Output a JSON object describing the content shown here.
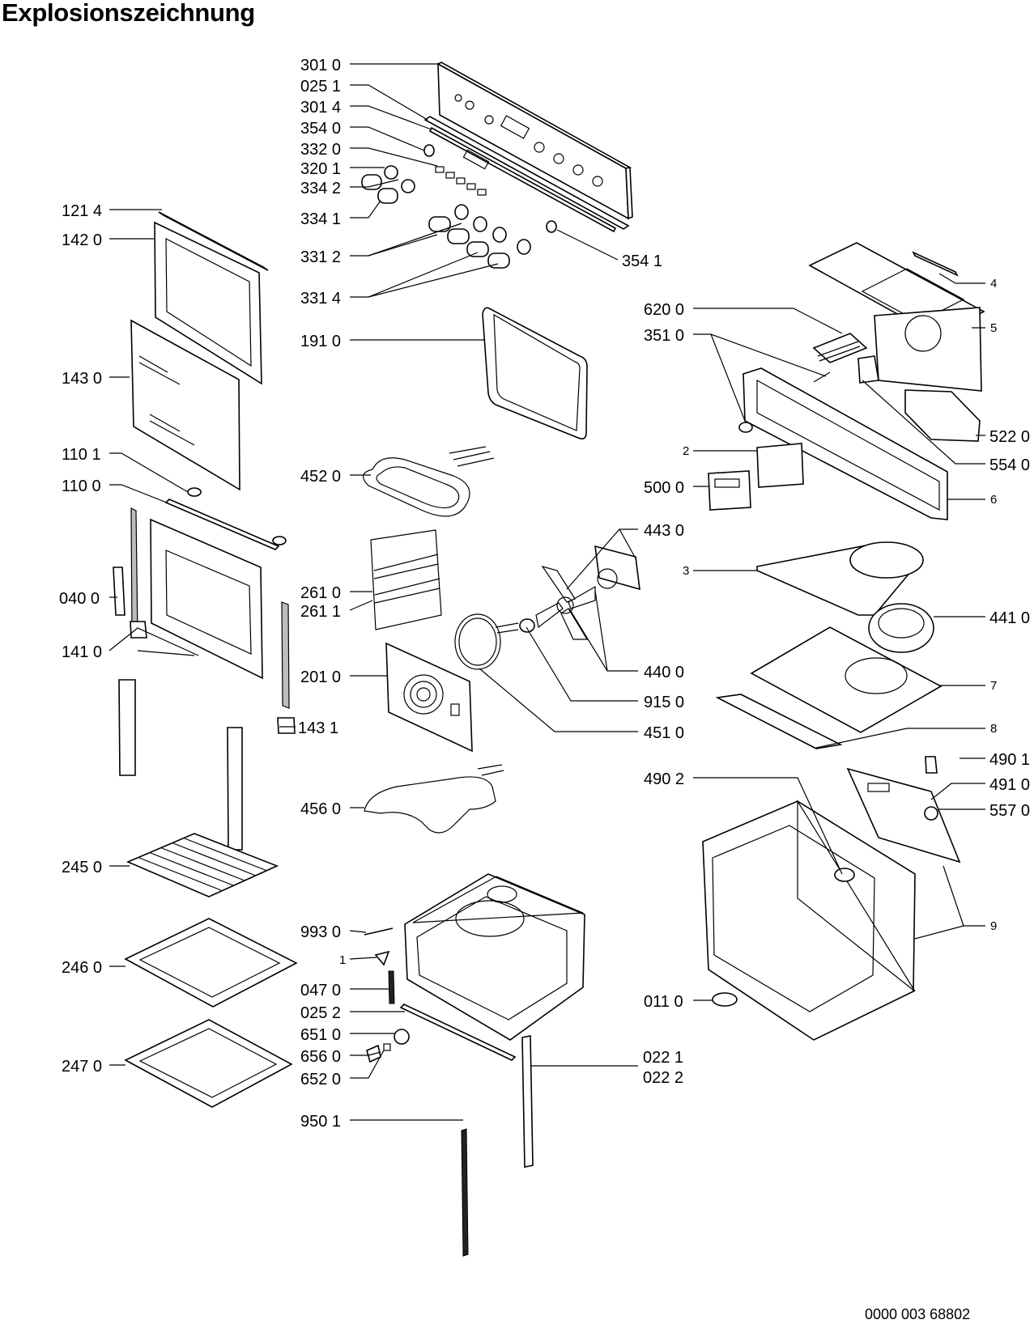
{
  "title": "Explosionszeichnung",
  "doc_number": "0000 003 68802",
  "callouts": [
    "301 0",
    "025 1",
    "301 4",
    "354 0",
    "332 0",
    "320 1",
    "334 2",
    "334 1",
    "331 2",
    "331 4",
    "354 1",
    "121 4",
    "142 0",
    "143 0",
    "110 1",
    "110 0",
    "040 0",
    "141 0",
    "143 1",
    "191 0",
    "452 0",
    "261 0",
    "261 1",
    "201 0",
    "456 0",
    "245 0",
    "246 0",
    "247 0",
    "993 0",
    "1",
    "047 0",
    "025 2",
    "651 0",
    "656 0",
    "652 0",
    "950 1",
    "022 1",
    "022 2",
    "4",
    "620 0",
    "5",
    "351 0",
    "522 0",
    "2",
    "554 0",
    "500 0",
    "6",
    "443 0",
    "3",
    "441 0",
    "440 0",
    "915 0",
    "451 0",
    "7",
    "8",
    "490 1",
    "490 2",
    "491 0",
    "557 0",
    "9",
    "011 0"
  ]
}
